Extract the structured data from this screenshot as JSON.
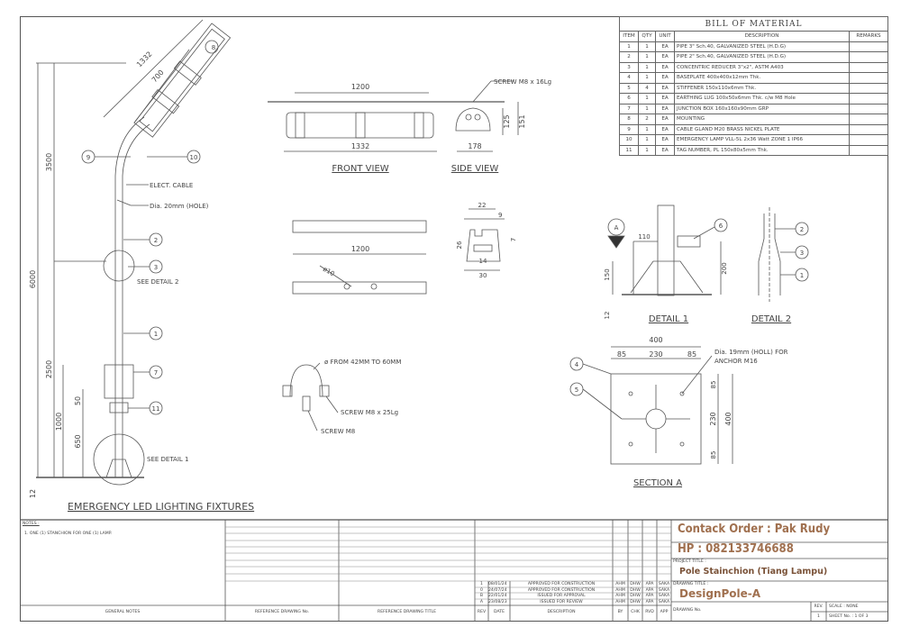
{
  "drawing": {
    "main_title": "EMERGENCY LED LIGHTING FIXTURES",
    "pole": {
      "dims": {
        "total": "6000",
        "upper": "3500",
        "lower": "2500",
        "box_height": "1000",
        "tag_height": "650",
        "gap": "50",
        "base": "12",
        "lamp_length": "1332",
        "mount_spacing": "700"
      },
      "callouts": [
        "8",
        "9",
        "10",
        "2",
        "3",
        "1",
        "7",
        "11"
      ],
      "labels": {
        "cable": "ELECT. CABLE",
        "hole": "Dia. 20mm (HOLE)",
        "see_detail_2": "SEE DETAIL 2",
        "see_detail_1": "SEE DETAIL 1"
      }
    },
    "front_view": {
      "title": "FRONT VIEW",
      "dim_top": "1200",
      "dim_bottom": "1332"
    },
    "side_view": {
      "title": "SIDE VIEW",
      "screw": "SCREW M8 x 16Lg",
      "dim_width": "178",
      "dim_h1": "125",
      "dim_h2": "151"
    },
    "rail": {
      "dim_length": "1200",
      "hole": "ø10"
    },
    "rail_section": {
      "d22": "22",
      "d9": "9",
      "d26": "26",
      "d7": "7",
      "d14": "14",
      "d30": "30"
    },
    "clamp": {
      "range": "ø FROM 42MM TO 60MM",
      "screw1": "SCREW M8 x 25Lg",
      "screw2": "SCREW M8"
    },
    "detail1": {
      "title": "DETAIL 1",
      "section_marker": "A",
      "d110": "110",
      "d150": "150",
      "d200": "200",
      "d12": "12",
      "callout": "6"
    },
    "detail2": {
      "title": "DETAIL 2",
      "callouts": [
        "2",
        "3",
        "1"
      ]
    },
    "section_a": {
      "title": "SECTION A",
      "d400": "400",
      "d85": "85",
      "d230": "230",
      "note_line1": "Dia. 19mm (HOLL) FOR",
      "note_line2": "ANCHOR M16",
      "callouts": [
        "4",
        "5"
      ]
    }
  },
  "bom": {
    "title": "BILL OF MATERIAL",
    "headers": [
      "ITEM",
      "QTY",
      "UNIT",
      "DESCRIPTION",
      "REMARKS"
    ],
    "rows": [
      [
        "1",
        "1",
        "EA",
        "PIPE 3\" Sch.40, GALVANIZED STEEL (H.D.G)",
        ""
      ],
      [
        "2",
        "1",
        "EA",
        "PIPE 2\" Sch.40, GALVANIZED STEEL (H.D.G)",
        ""
      ],
      [
        "3",
        "1",
        "EA",
        "CONCENTRIC REDUCER 3\"x2\", ASTM A403",
        ""
      ],
      [
        "4",
        "1",
        "EA",
        "BASEPLATE 400x400x12mm Thk.",
        ""
      ],
      [
        "5",
        "4",
        "EA",
        "STIFFENER 150x110x6mm Thk.",
        ""
      ],
      [
        "6",
        "1",
        "EA",
        "EARTHING LUG 100x50x6mm Thk. c/w M8 Hole",
        ""
      ],
      [
        "7",
        "1",
        "EA",
        "JUNCTION BOX 160x160x90mm GRP",
        ""
      ],
      [
        "8",
        "2",
        "EA",
        "MOUNTING",
        ""
      ],
      [
        "9",
        "1",
        "EA",
        "CABLE GLAND M20 BRASS NICKEL PLATE",
        ""
      ],
      [
        "10",
        "1",
        "EA",
        "EMERGENCY LAMP VLL-5L 2x36 Watt ZONE 1 IP66",
        ""
      ],
      [
        "11",
        "1",
        "EA",
        "TAG NUMBER, PL 150x80x5mm Thk.",
        ""
      ]
    ]
  },
  "title_block": {
    "notes_label": "NOTES :",
    "notes": [
      "1.  ONE (1) STANCHION FOR ONE (1) LAMP."
    ],
    "general_notes": "GENERAL NOTES",
    "ref_no": "REFERENCE DRAWING No.",
    "ref_title": "REFERENCE DRAWING TITLE",
    "revisions": [
      {
        "rev": "1",
        "date": "08/01/24",
        "desc": "APPROVED FOR CONSTRUCTION",
        "by": "AHM",
        "chk": "DHW",
        "rvd": "APA",
        "app": "SAKA"
      },
      {
        "rev": "0",
        "date": "24/07/24",
        "desc": "APPROVED FOR CONSTRUCTION",
        "by": "AHM",
        "chk": "DHW",
        "rvd": "APA",
        "app": "SAKA"
      },
      {
        "rev": "B",
        "date": "22/01/24",
        "desc": "ISSUED FOR APPROVAL",
        "by": "AHM",
        "chk": "DHW",
        "rvd": "APA",
        "app": "SAKA"
      },
      {
        "rev": "A",
        "date": "23/08/23",
        "desc": "ISSUED FOR REVIEW",
        "by": "AHM",
        "chk": "DHW",
        "rvd": "APA",
        "app": "SAKA"
      }
    ],
    "rev_headers": {
      "rev": "REV",
      "date": "DATE",
      "desc": "DESCRIPTION",
      "by": "BY",
      "chk": "CHK",
      "rvd": "RVD",
      "app": "APP"
    },
    "contact": "Contack Order : Pak Rudy",
    "phone": "HP : 082133746688",
    "project_title_label": "PROJECT TITLE :",
    "project_title": "Pole Stainchion (Tiang Lampu)",
    "drawing_title_label": "DRAWING TITLE :",
    "drawing_title": "DesignPole-A",
    "drawing_no_label": "DRAWING No.",
    "rev_label": "REV.",
    "rev_value": "1",
    "scale": "SCALE : NONE",
    "sheet": "SHEET No. : 1 OF 3"
  }
}
